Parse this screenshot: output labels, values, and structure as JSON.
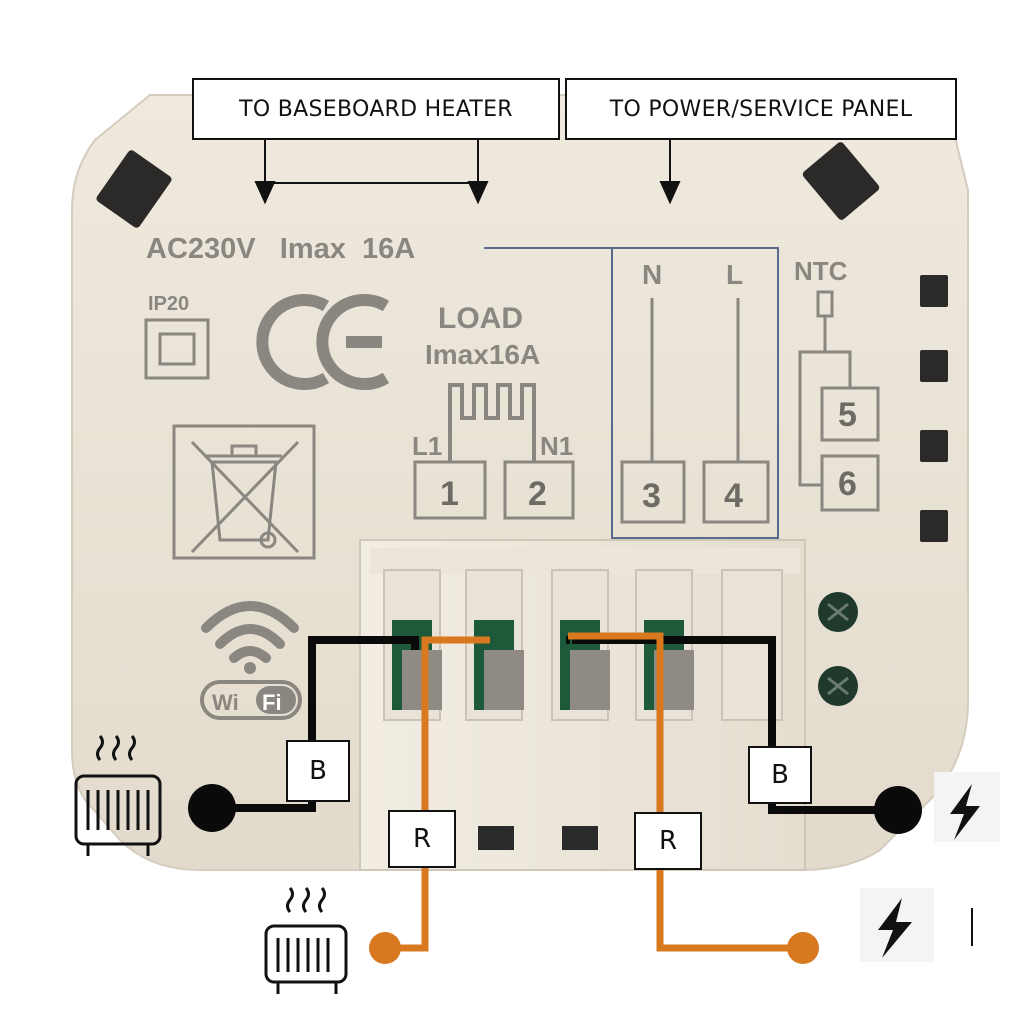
{
  "callouts": {
    "baseboard": "TO BASEBOARD HEATER",
    "power": "TO POWER/SERVICE PANEL"
  },
  "device": {
    "rating": "AC230V   Imax  16A",
    "ip_rating": "IP20",
    "ce_mark": "CE",
    "load_title": "LOAD",
    "load_current": "Imax16A",
    "l1": "L1",
    "n1": "N1",
    "n": "N",
    "l": "L",
    "ntc": "NTC",
    "terminals": [
      "1",
      "2",
      "3",
      "4",
      "5",
      "6"
    ],
    "wifi_label_a": "Wi",
    "wifi_label_b": "Fi"
  },
  "wire_labels": {
    "black_left": "B",
    "black_right": "B",
    "red_left": "R",
    "red_right": "R"
  },
  "colors": {
    "housing": "#e8e2d6",
    "black_wire": "#0a0a0a",
    "red_wire": "#d8781f",
    "print": "#8a8680",
    "panel_border": "#5a6a8a"
  },
  "icons": [
    "heater-icon",
    "lightning-bolt-icon",
    "wifi-icon",
    "weee-bin-icon",
    "ce-mark-icon"
  ]
}
